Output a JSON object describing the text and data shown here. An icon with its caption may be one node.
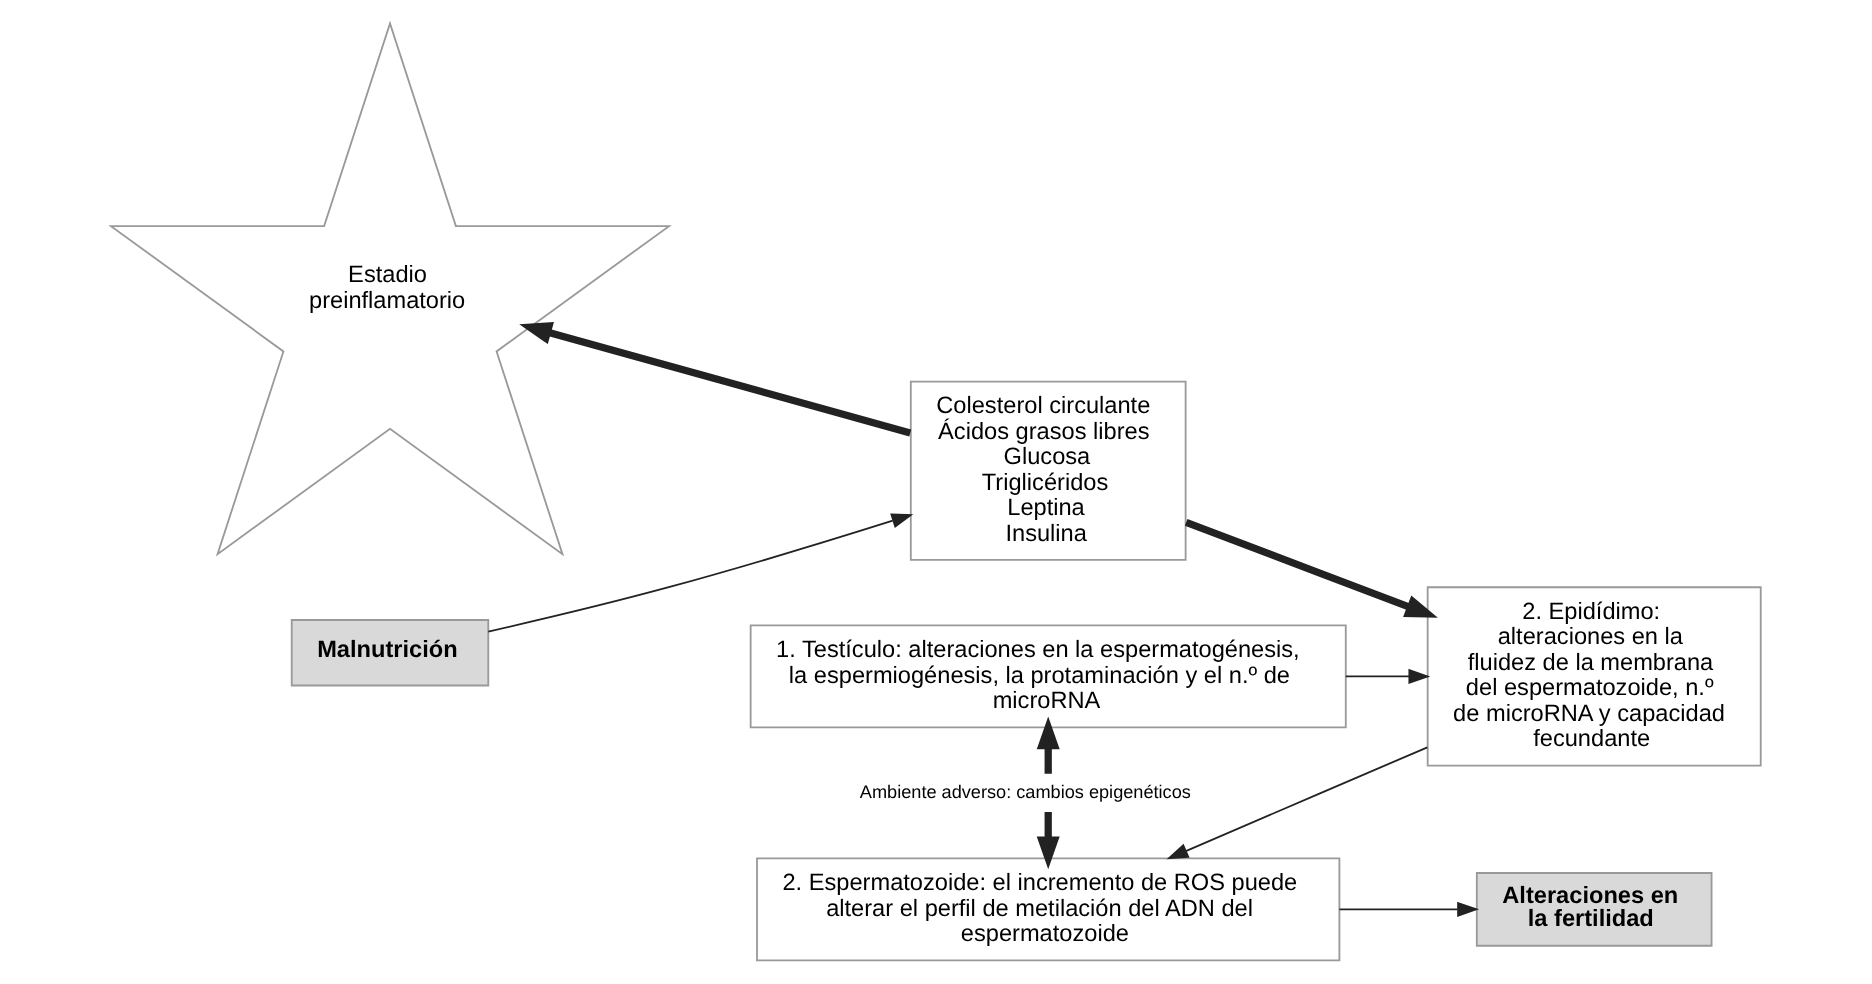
{
  "diagram": {
    "nodes": [
      {
        "text": [
          "Estadio preinflamatorio"
        ]
      },
      {
        "text": [
          "Malnutrición"
        ]
      },
      {
        "text": [
          "Colesterol circulante",
          "Ácidos grasos libres",
          "Glucosa",
          "Triglicéridos",
          "Leptina",
          "Insulina"
        ]
      },
      {
        "text": [
          "1. Testículo: alteraciones en la espermatogénesis, la espermiogénesis, la protaminación y el n.º de microRNA"
        ]
      },
      {
        "text": [
          "2. Epidídimo: alteraciones en la fluidez de la membrana del espermatozoide, n.º de microRNA y capacidad fecundante"
        ]
      },
      {
        "text": [
          "2. Espermatozoide: el incremento de ROS puede alterar el perfil de metilación del ADN del espermatozoide"
        ]
      },
      {
        "text": [
          "Alteraciones en la fertilidad"
        ]
      }
    ],
    "edges": [
      {
        "from": 1,
        "to": 2,
        "arrow": "to"
      },
      {
        "from": 2,
        "to": 0,
        "arrow": "to",
        "style": "thick"
      },
      {
        "from": 2,
        "to": 4,
        "arrow": "to",
        "style": "thick"
      },
      {
        "from": 3,
        "to": 4,
        "arrow": "to"
      },
      {
        "from": 3,
        "to": 5,
        "arrow": "both",
        "style": "thick",
        "label": "Ambiente adverso: cambios epigenéticos"
      },
      {
        "from": 4,
        "to": 5,
        "arrow": "to"
      },
      {
        "from": 5,
        "to": 6,
        "arrow": "to"
      }
    ]
  }
}
